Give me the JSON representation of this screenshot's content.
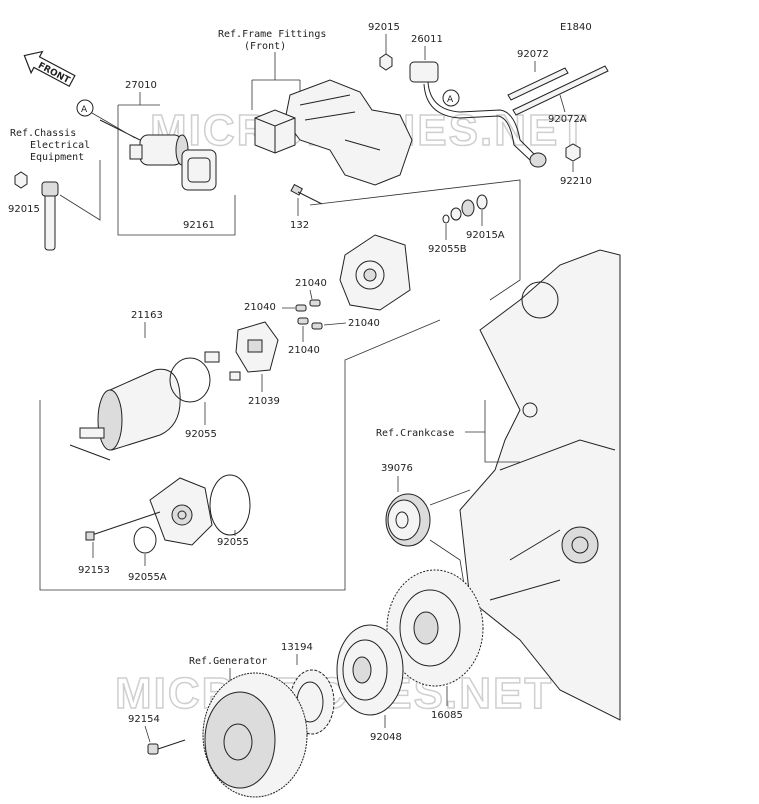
{
  "diagram_code": "E1840",
  "front_label": "FRONT",
  "watermark": "MICROFICHES.NET",
  "callout_a": "A",
  "refs": {
    "frame_fittings_line1": "Ref.Frame Fittings",
    "frame_fittings_line2": "(Front)",
    "chassis_line1": "Ref.Chassis",
    "chassis_line2": "Electrical",
    "chassis_line3": "Equipment",
    "crankcase": "Ref.Crankcase",
    "generator": "Ref.Generator"
  },
  "parts": {
    "p92015_top": "92015",
    "p26011": "26011",
    "p92072": "92072",
    "p92072a": "92072A",
    "p92210": "92210",
    "p27010": "27010",
    "p92015_left": "92015",
    "p92161": "92161",
    "p132": "132",
    "p92015a": "92015A",
    "p92055b": "92055B",
    "p21163": "21163",
    "p21040_a": "21040",
    "p21040_b": "21040",
    "p21040_c": "21040",
    "p21040_d": "21040",
    "p21039": "21039",
    "p92055_a": "92055",
    "p92055_b": "92055",
    "p92153": "92153",
    "p92055a": "92055A",
    "p39076": "39076",
    "p13194": "13194",
    "p92154": "92154",
    "p92048": "92048",
    "p16085": "16085"
  }
}
